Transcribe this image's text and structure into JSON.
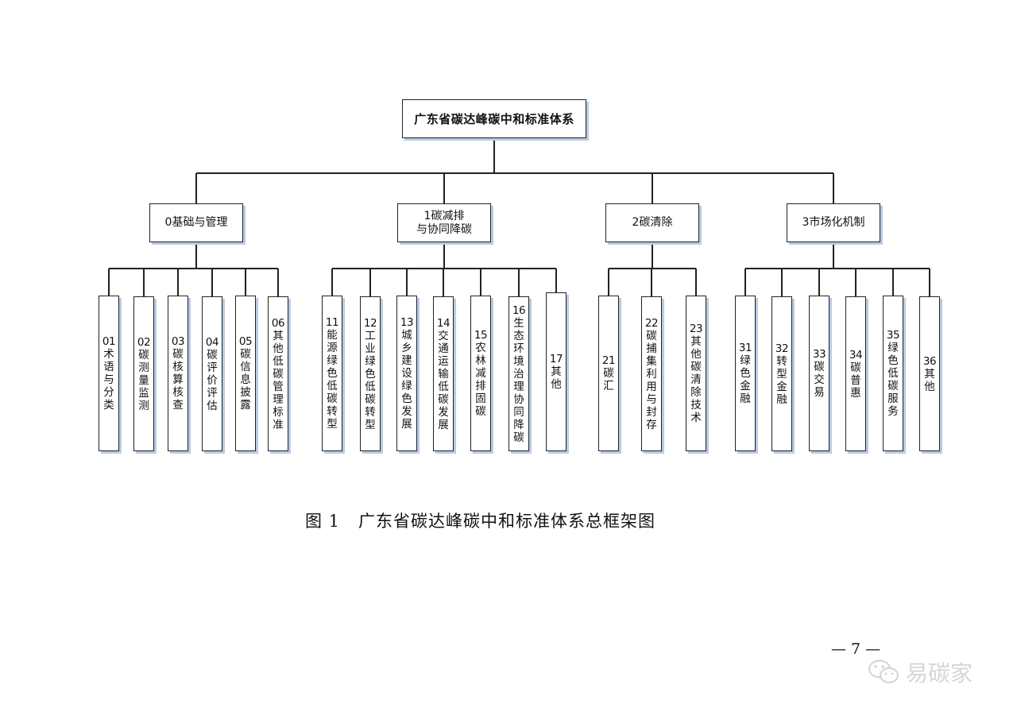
{
  "diagram": {
    "root": "广东省碳达峰碳中和标准体系",
    "categories": [
      {
        "label": "0基础与管理",
        "children": [
          {
            "code": "01",
            "text": "术语与分类"
          },
          {
            "code": "02",
            "text": "碳测量监测"
          },
          {
            "code": "03",
            "text": "碳核算核查"
          },
          {
            "code": "04",
            "text": "碳评价评估"
          },
          {
            "code": "05",
            "text": "碳信息披露"
          },
          {
            "code": "06",
            "text": "其他低碳管理标准"
          }
        ]
      },
      {
        "label": "1碳减排\n与协同降碳",
        "children": [
          {
            "code": "11",
            "text": "能源绿色低碳转型"
          },
          {
            "code": "12",
            "text": "工业绿色低碳转型"
          },
          {
            "code": "13",
            "text": "城乡建设绿色发展"
          },
          {
            "code": "14",
            "text": "交通运输低碳发展"
          },
          {
            "code": "15",
            "text": "农林减排固碳"
          },
          {
            "code": "16",
            "text": "生态环境治理协同降碳"
          },
          {
            "code": "17",
            "text": "其他"
          }
        ]
      },
      {
        "label": "2碳清除",
        "children": [
          {
            "code": "21",
            "text": "碳汇"
          },
          {
            "code": "22",
            "text": "碳捕集利用与封存"
          },
          {
            "code": "23",
            "text": "其他碳清除技术"
          }
        ]
      },
      {
        "label": "3市场化机制",
        "children": [
          {
            "code": "31",
            "text": "绿色金融"
          },
          {
            "code": "32",
            "text": "转型金融"
          },
          {
            "code": "33",
            "text": "碳交易"
          },
          {
            "code": "34",
            "text": "碳普惠"
          },
          {
            "code": "35",
            "text": "绿色低碳服务"
          },
          {
            "code": "36",
            "text": "其他"
          }
        ]
      }
    ]
  },
  "caption": "图 1   广东省碳达峰碳中和标准体系总框架图",
  "page_number": "— 7 —",
  "watermark": {
    "text": "易碳家",
    "icon": "wechat-icon"
  }
}
